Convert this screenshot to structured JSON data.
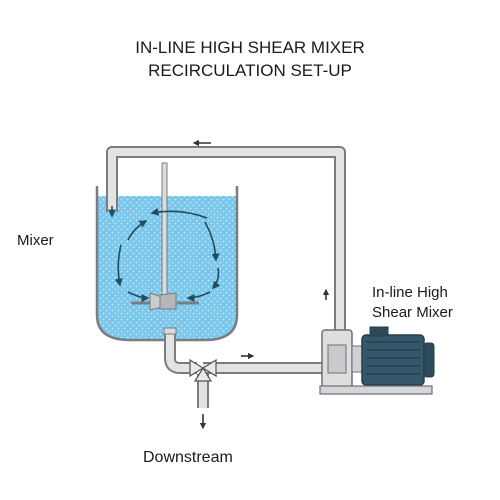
{
  "title": {
    "line1": "IN-LINE HIGH SHEAR MIXER",
    "line2": "RECIRCULATION SET-UP"
  },
  "labels": {
    "mixer": "Mixer",
    "inline_line1": "In-line High",
    "inline_line2": "Shear Mixer",
    "downstream": "Downstream"
  },
  "colors": {
    "liquid": "#7cc8ec",
    "liquid_dot": "#cdebf8",
    "pipe_fill": "#e2e4e4",
    "pipe_stroke": "#7a7d80",
    "motor": "#35576a",
    "motor_dark": "#243e4c",
    "arrow": "#1f4f5f"
  }
}
